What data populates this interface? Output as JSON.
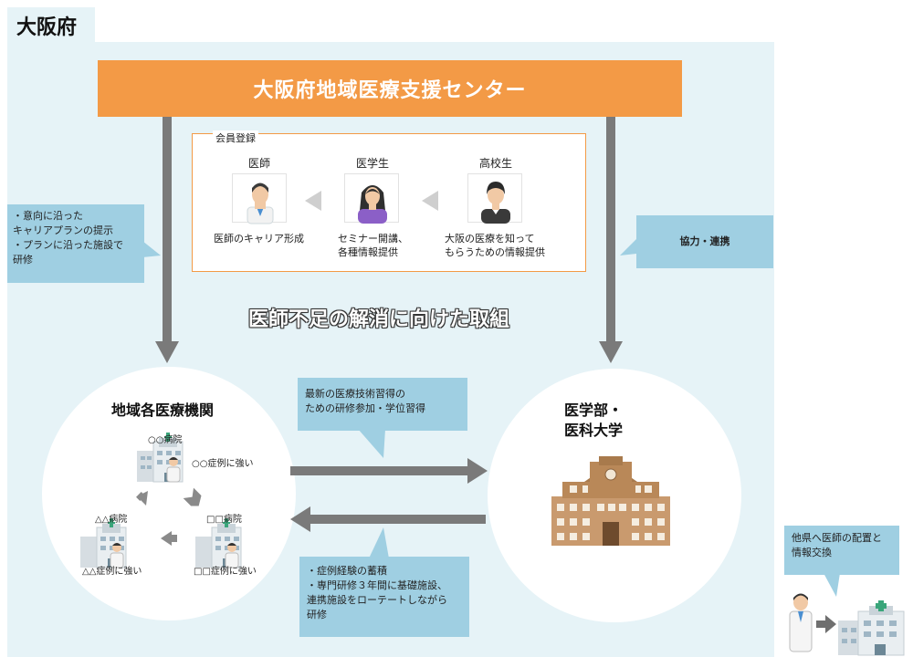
{
  "prefecture": "大阪府",
  "center_name": "大阪府地域医療支援センター",
  "member_registration": {
    "title": "会員登録",
    "roles": [
      {
        "label": "医師",
        "description": "医師のキャリア形成",
        "icon": "doctor-icon"
      },
      {
        "label": "医学生",
        "description": "セミナー開講、\n各種情報提供",
        "icon": "medical-student-icon"
      },
      {
        "label": "高校生",
        "description": "大阪の医療を知って\nもらうための情報提供",
        "icon": "high-school-student-icon"
      }
    ]
  },
  "left_callout": "・意向に沿った\nキャリアプランの提示\n・プランに沿った施設で\n研修",
  "right_callout": "協力・連携",
  "headline": "医師不足の解消に向けた取組",
  "regional": {
    "title": "地域各医療機関",
    "hospitals": [
      {
        "name": "○○病院",
        "strength": "○○症例に強い"
      },
      {
        "name": "△△病院",
        "strength": "△△症例に強い"
      },
      {
        "name": "□□病院",
        "strength": "□□症例に強い"
      }
    ]
  },
  "university": {
    "title_line1": "医学部・",
    "title_line2": "医科大学"
  },
  "top_middle_callout": "最新の医療技術習得の\nための研修参加・学位習得",
  "bottom_middle_callout": "・症例経験の蓄積\n・専門研修３年間に基礎施設、\n連携施設をローテートしながら\n研修",
  "outside_callout": "他県へ医師の配置と\n情報交換",
  "colors": {
    "accent_orange": "#f39a46",
    "callout_blue": "#9fcfe2",
    "background": "#e6f3f7",
    "arrow_gray": "#7a7a7a"
  }
}
